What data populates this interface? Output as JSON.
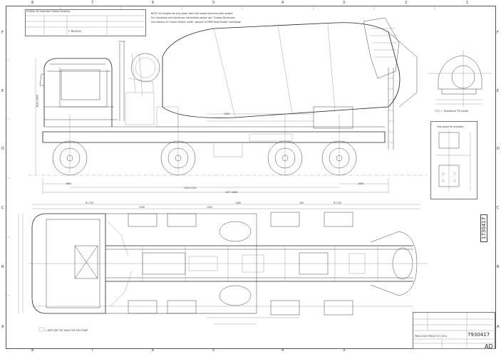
{
  "title_block": {
    "title": "SCANIA 3D Extended Chassis Drawing",
    "note_line_1": "NOTE: All heights are only given with max loaded technical axle weight.",
    "note_line_2": "For calculation and dimension information please use \"Chassis Dimension",
    "note_line_3": "Calculations of Chassis Height, width, 'ground' of HBM Body Builder homepage",
    "code": "F 3824/342",
    "drawing_number": "7930417",
    "revision": "AD",
    "vehicle_designation": "P8X4 CN45 P8X4Z CF1 X511"
  },
  "side_view": {
    "dim_overall": "1877-1880",
    "dim_wheelbase": "1320-1750",
    "dim_front_overhang": "1864",
    "dim_rear_overhang": "1990",
    "dim_drum": "1250",
    "dim_height": "3813-3940"
  },
  "right_panel": {
    "ttc_label": "T.T.C = Theoretical Tilt Center",
    "bracket_label": "Free space for brackets"
  },
  "plan_view": {
    "note": "= DEPT DIE TYE 2N40 FOR 930-FORM",
    "dims_top": [
      "R=750",
      "1290",
      "1290",
      "1460",
      "590",
      "R=750"
    ]
  },
  "side_label": "1730417",
  "zones_top": [
    "8",
    "7",
    "6",
    "5",
    "4",
    "3",
    "2",
    "1"
  ],
  "zones_side": [
    "F",
    "E",
    "D",
    "C",
    "B",
    "A"
  ]
}
